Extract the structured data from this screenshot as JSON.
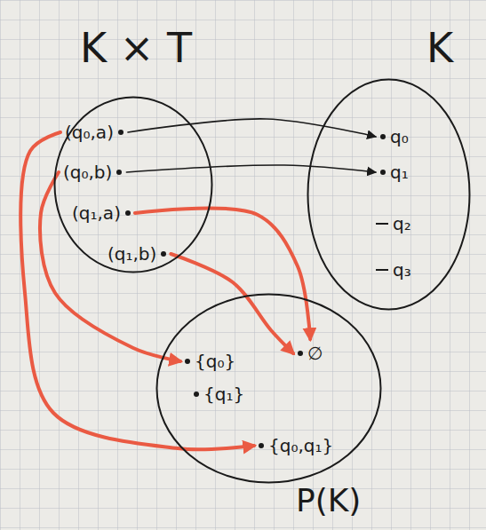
{
  "diagram": {
    "nodes": [
      {
        "text": [
          "K × T"
        ]
      },
      {
        "text": [
          "(q₀,a)"
        ],
        "in": 0
      },
      {
        "text": [
          "(q₀,b)"
        ],
        "in": 0
      },
      {
        "text": [
          "(q₁,a)"
        ],
        "in": 0
      },
      {
        "text": [
          "(q₁,b)"
        ],
        "in": 0
      },
      {
        "text": [
          "K"
        ]
      },
      {
        "text": [
          "q₀"
        ],
        "in": 5
      },
      {
        "text": [
          "q₁"
        ],
        "in": 5
      },
      {
        "text": [
          "q₂"
        ],
        "in": 5
      },
      {
        "text": [
          "q₃"
        ],
        "in": 5
      },
      {
        "text": [
          "P(K)"
        ]
      },
      {
        "text": [
          "{q₀}"
        ],
        "in": 10
      },
      {
        "text": [
          "{q₁}"
        ],
        "in": 10
      },
      {
        "text": [
          "∅"
        ],
        "in": 10
      },
      {
        "text": [
          "{q₀,q₁}"
        ],
        "in": 10
      }
    ],
    "edges": [
      {
        "from": 1,
        "to": 6,
        "arrow": "to"
      },
      {
        "from": 2,
        "to": 7,
        "arrow": "to"
      },
      {
        "from": 1,
        "to": 14,
        "arrow": "to"
      },
      {
        "from": 2,
        "to": 11,
        "arrow": "to"
      },
      {
        "from": 3,
        "to": 13,
        "arrow": "to"
      },
      {
        "from": 4,
        "to": 13,
        "arrow": "to"
      }
    ]
  }
}
